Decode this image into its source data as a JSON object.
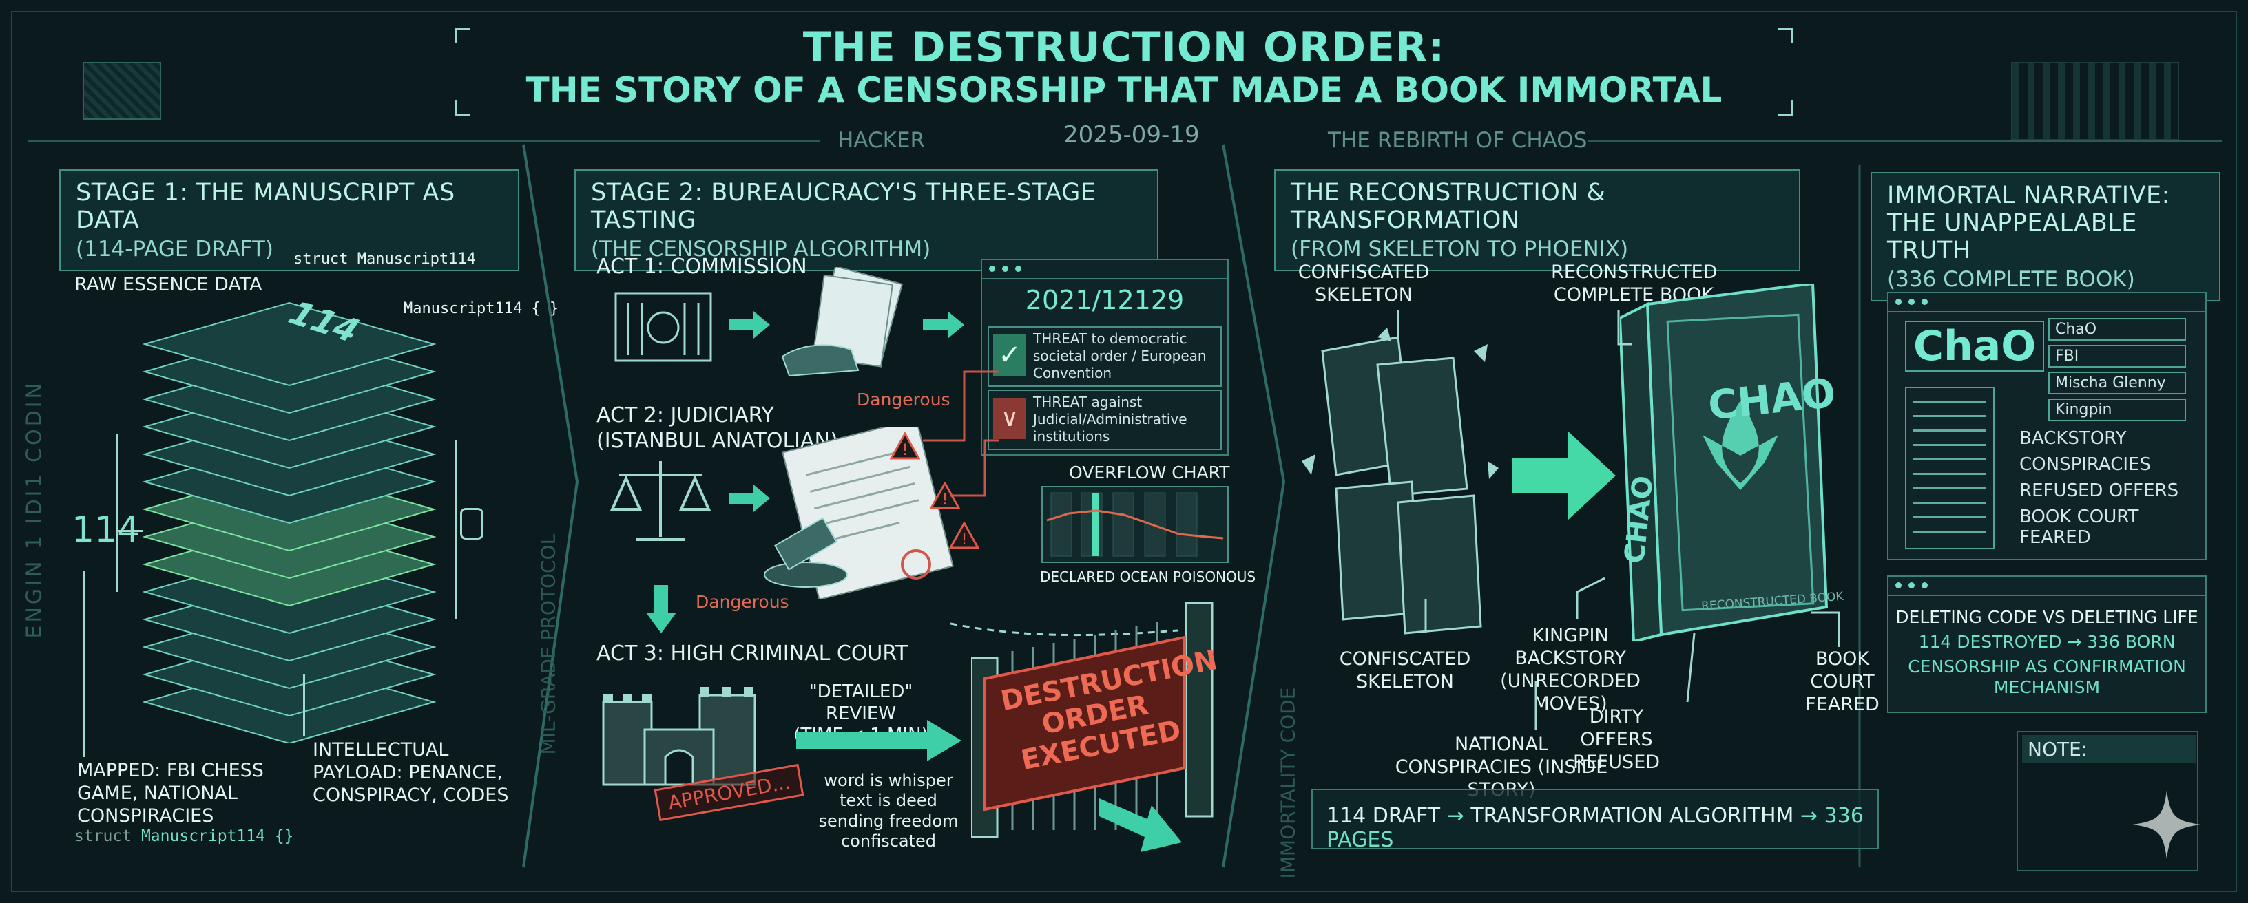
{
  "header": {
    "title_line1": "THE DESTRUCTION ORDER:",
    "title_line2": "THE STORY OF A CENSORSHIP THAT MADE A BOOK IMMORTAL",
    "left_tag": "HACKER",
    "date": "2025-09-19",
    "right_tag": "THE REBIRTH OF CHAOS"
  },
  "side_vertical": {
    "left_edge": "ENGIN 1 IDI1 CODIN",
    "stage2_edge": "MIL-GRADE PROTOCOL",
    "stage3_edge": "IMMORTALITY CODE"
  },
  "stage1": {
    "title": "STAGE 1: THE MANUSCRIPT AS DATA",
    "subtitle": "(114-PAGE DRAFT)",
    "raw_label": "RAW ESSENCE DATA",
    "struct_label": "struct Manuscript114",
    "obj_label": "Manuscript114 { }",
    "big_number": "114",
    "top_number": "114",
    "mapped_label": "MAPPED: FBI CHESS GAME, NATIONAL CONSPIRACIES",
    "payload_label": "INTELLECTUAL PAYLOAD: PENANCE, CONSPIRACY, CODES",
    "code_prefix": "struct",
    "code_name": "Manuscript114 {}"
  },
  "stage2": {
    "title": "STAGE 2: BUREAUCRACY'S THREE-STAGE TASTING",
    "subtitle": "(THE CENSORSHIP ALGORITHM)",
    "act1": "ACT 1: COMMISSION",
    "act2_line1": "ACT 2: JUDICIARY",
    "act2_line2": "(ISTANBUL ANATOLIAN)",
    "act3": "ACT 3: HIGH CRIMINAL COURT",
    "dangerous_1": "Dangerous",
    "dangerous_2": "Dangerous",
    "case_number": "2021/12129",
    "threat1": "THREAT to democratic societal order / European Convention",
    "threat2": "THREAT against Judicial/Administrative institutions",
    "chart_title": "OVERFLOW CHART",
    "chart_caption": "DECLARED OCEAN POISONOUS",
    "review_line1": "\"DETAILED\" REVIEW",
    "review_line2": "(TIME < 1 MIN)",
    "approved_stamp": "APPROVED...",
    "whisper_1": "word is whisper",
    "whisper_2": "text is deed",
    "whisper_3": "sending freedom",
    "whisper_4": "confiscated",
    "order_line1": "DESTRUCTION",
    "order_line2": "ORDER",
    "order_line3": "EXECUTED"
  },
  "stage3": {
    "title": "THE RECONSTRUCTION & TRANSFORMATION",
    "subtitle": "(FROM SKELETON TO PHOENIX)",
    "confiscated_top": "CONFISCATED SKELETON",
    "reconstructed": "RECONSTRUCTED COMPLETE BOOK",
    "confiscated_bottom": "CONFISCATED SKELETON",
    "kingpin": "KINGPIN BACKSTORY (UNRECORDED MOVES)",
    "conspiracies": "NATIONAL CONSPIRACIES (INSIDE STORY)",
    "dirty": "DIRTY OFFERS REFUSED",
    "court": "BOOK COURT FEARED",
    "book_cover_title": "CHAO",
    "book_spine": "CHAO",
    "book_foot": "RECONSTRUCTED BOOK",
    "flow_1": "114 DRAFT",
    "flow_2": "TRANSFORMATION ALGORITHM",
    "flow_3": "336 PAGES"
  },
  "stage4": {
    "title_line1": "IMMORTAL NARRATIVE:",
    "title_line2": "THE UNAPPEALABLE TRUTH",
    "subtitle": "(336 COMPLETE BOOK)",
    "logo": "ChaO",
    "tags": [
      "ChaO",
      "FBI",
      "Mischa Glenny",
      "Kingpin"
    ],
    "items": [
      "BACKSTORY",
      "CONSPIRACIES",
      "REFUSED OFFERS",
      "BOOK COURT FEARED"
    ],
    "summary_line1": "DELETING CODE VS DELETING LIFE",
    "summary_line2": "114 DESTROYED → 336 BORN",
    "summary_line3": "CENSORSHIP AS CONFIRMATION MECHANISM",
    "note": "NOTE:"
  },
  "colors": {
    "accent": "#6fe0c9",
    "danger": "#e0584a",
    "panel": "#0f2427",
    "background": "#0b1a1d"
  },
  "icons": [
    "building-icon",
    "hand-document-icon",
    "scales-icon",
    "gavel-icon",
    "warning-icon",
    "check-icon",
    "castle-icon",
    "gate-icon",
    "book-icon",
    "phoenix-icon",
    "sparkle-icon"
  ]
}
